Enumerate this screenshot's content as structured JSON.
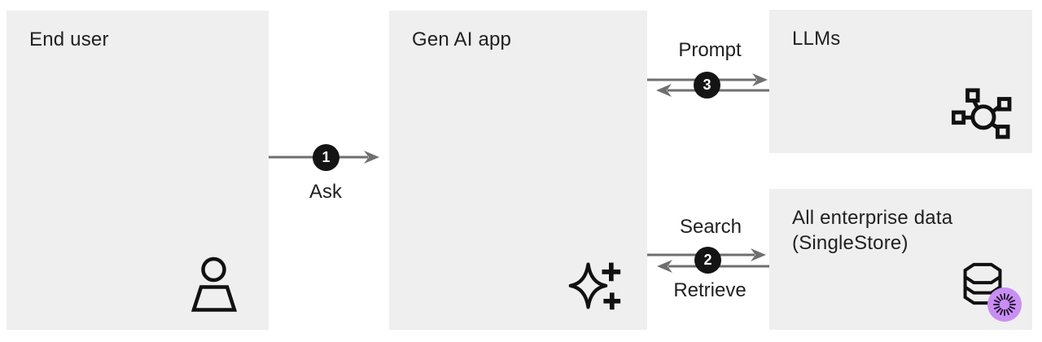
{
  "diagram": {
    "colors": {
      "background": "#ffffff",
      "node_fill": "#efefef",
      "text": "#212121",
      "arrow": "#6f6f6f",
      "badge_bg": "#141414",
      "badge_text": "#ffffff",
      "icon_stroke": "#111111",
      "singlestore_purple": "#c98ef2"
    },
    "nodes": [
      {
        "id": "end-user",
        "title": "End user",
        "icon": "person-icon"
      },
      {
        "id": "gen-ai-app",
        "title": "Gen AI app",
        "icon": "ai-sparkle-icon"
      },
      {
        "id": "llms",
        "title": "LLMs",
        "icon": "model-network-icon"
      },
      {
        "id": "enterprise-data",
        "title": "All enterprise data",
        "subtitle": "(SingleStore)",
        "icon": "database-icon",
        "logo": "singlestore-starburst-logo"
      }
    ],
    "flows": [
      {
        "step": "1",
        "label": "Ask",
        "from": "end-user",
        "to": "gen-ai-app",
        "direction": "right"
      },
      {
        "step": "2",
        "label_top": "Search",
        "label_bottom": "Retrieve",
        "from": "gen-ai-app",
        "to": "enterprise-data",
        "direction": "both"
      },
      {
        "step": "3",
        "label": "Prompt",
        "from": "gen-ai-app",
        "to": "llms",
        "direction": "both"
      }
    ]
  }
}
